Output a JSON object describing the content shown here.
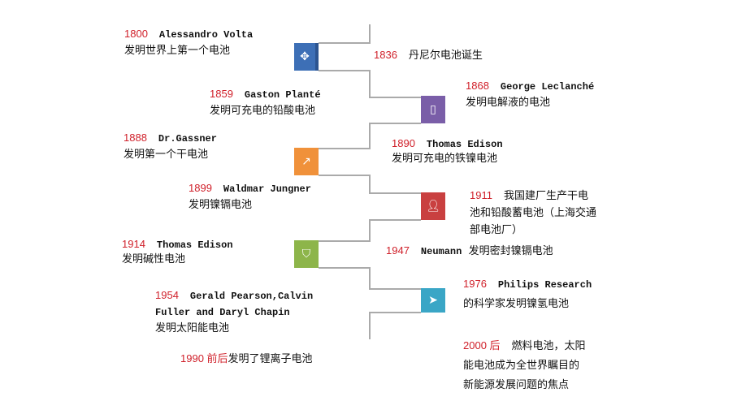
{
  "events": [
    {
      "year": "1800",
      "name": "Alessandro Volta",
      "desc": "发明世界上第一个电池"
    },
    {
      "year": "1836",
      "desc": "丹尼尔电池诞生"
    },
    {
      "year": "1859",
      "name": "Gaston Planté",
      "desc": "发明可充电的铅酸电池"
    },
    {
      "year": "1868",
      "name": "George Leclanché",
      "desc": "发明电解液的电池"
    },
    {
      "year": "1888",
      "name": "Dr.Gassner",
      "desc": "发明第一个干电池"
    },
    {
      "year": "1890",
      "name": "Thomas Edison",
      "desc": "发明可充电的铁镍电池"
    },
    {
      "year": "1899",
      "name": "Waldmar Jungner",
      "desc": "发明镍镉电池"
    },
    {
      "year": "1911",
      "desc1": "我国建厂生产干电",
      "desc2": "池和铅酸蓄电池（上海交通",
      "desc3": "部电池厂）"
    },
    {
      "year": "1914",
      "name": "Thomas Edison",
      "desc": "发明碱性电池"
    },
    {
      "year": "1947",
      "name": "Neumann",
      "desc": "发明密封镍镉电池"
    },
    {
      "year": "1976",
      "name": "Philips Research",
      "desc": "的科学家发明镍氢电池"
    },
    {
      "year": "1954",
      "name1": "Gerald Pearson,Calvin",
      "name2": "Fuller and Daryl Chapin",
      "desc": "发明太阳能电池"
    },
    {
      "year": "1990 前后",
      "desc": "发明了锂离子电池"
    },
    {
      "year": "2000 后",
      "desc1": "燃料电池，太阳",
      "desc2": "能电池成为全世界瞩目的",
      "desc3": "新能源发展问题的焦点"
    }
  ],
  "icons": [
    {
      "name": "puzzle-icon",
      "color": "#3d6fb6"
    },
    {
      "name": "book-icon",
      "color": "#7a5ea8"
    },
    {
      "name": "trend-icon",
      "color": "#f0913a"
    },
    {
      "name": "user-icon",
      "color": "#c94040"
    },
    {
      "name": "shield-icon",
      "color": "#8db54a"
    },
    {
      "name": "navigation-icon",
      "color": "#3aa6c6"
    }
  ]
}
